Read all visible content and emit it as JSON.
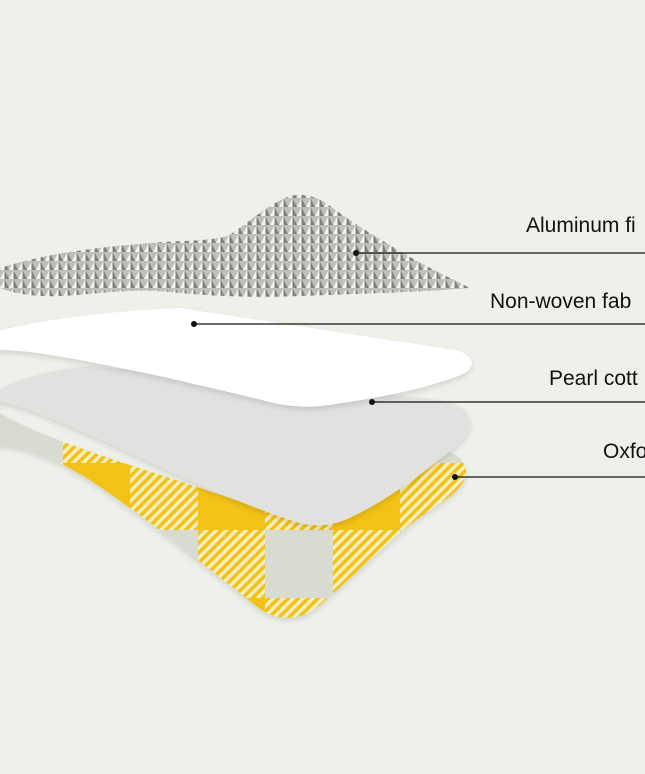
{
  "layers": [
    {
      "label": "Aluminum fi",
      "material": "aluminum-foil-texture"
    },
    {
      "label": "Non-woven fab",
      "material": "white-sheet"
    },
    {
      "label": "Pearl cott",
      "material": "gray-foam-sheet"
    },
    {
      "label": "Oxfo",
      "material": "yellow-plaid-fabric"
    }
  ],
  "colors": {
    "background": "#eef1ea",
    "yellow": "#f2c215",
    "pale": "#f4f0d8",
    "sage": "#d3d8cd",
    "leader": "#111111"
  }
}
